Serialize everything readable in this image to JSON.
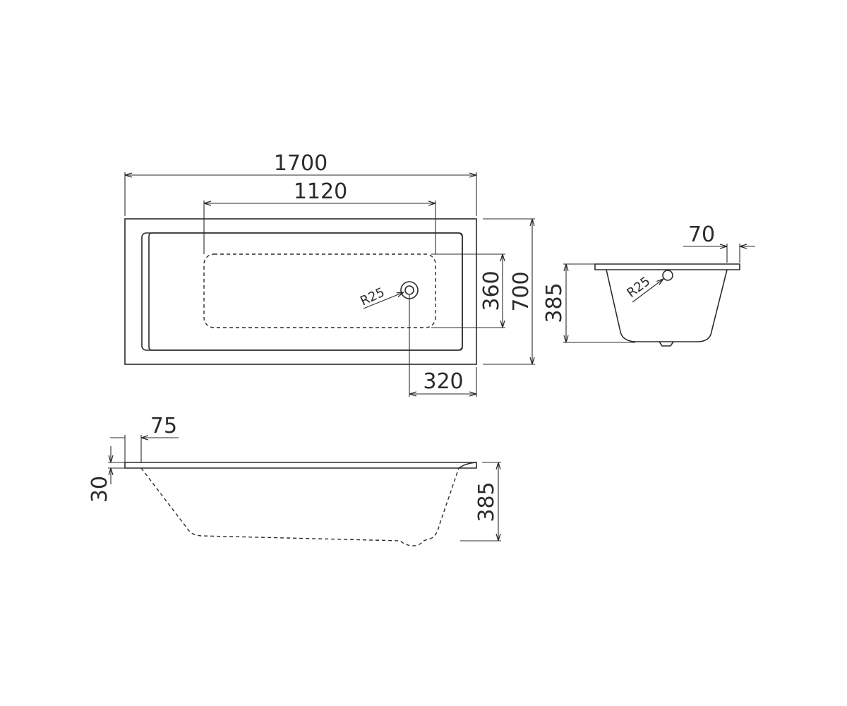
{
  "top_view": {
    "overall_length": "1700",
    "inner_length": "1120",
    "overall_width": "700",
    "inner_width": "360",
    "drain_offset": "320",
    "drain_radius": "R25"
  },
  "end_view": {
    "rim_width": "70",
    "height": "385",
    "drain_radius": "R25"
  },
  "side_view": {
    "rim_width": "75",
    "rim_thickness": "30",
    "height": "385"
  },
  "colors": {
    "line": "#2b2b2b",
    "background": "#ffffff"
  }
}
